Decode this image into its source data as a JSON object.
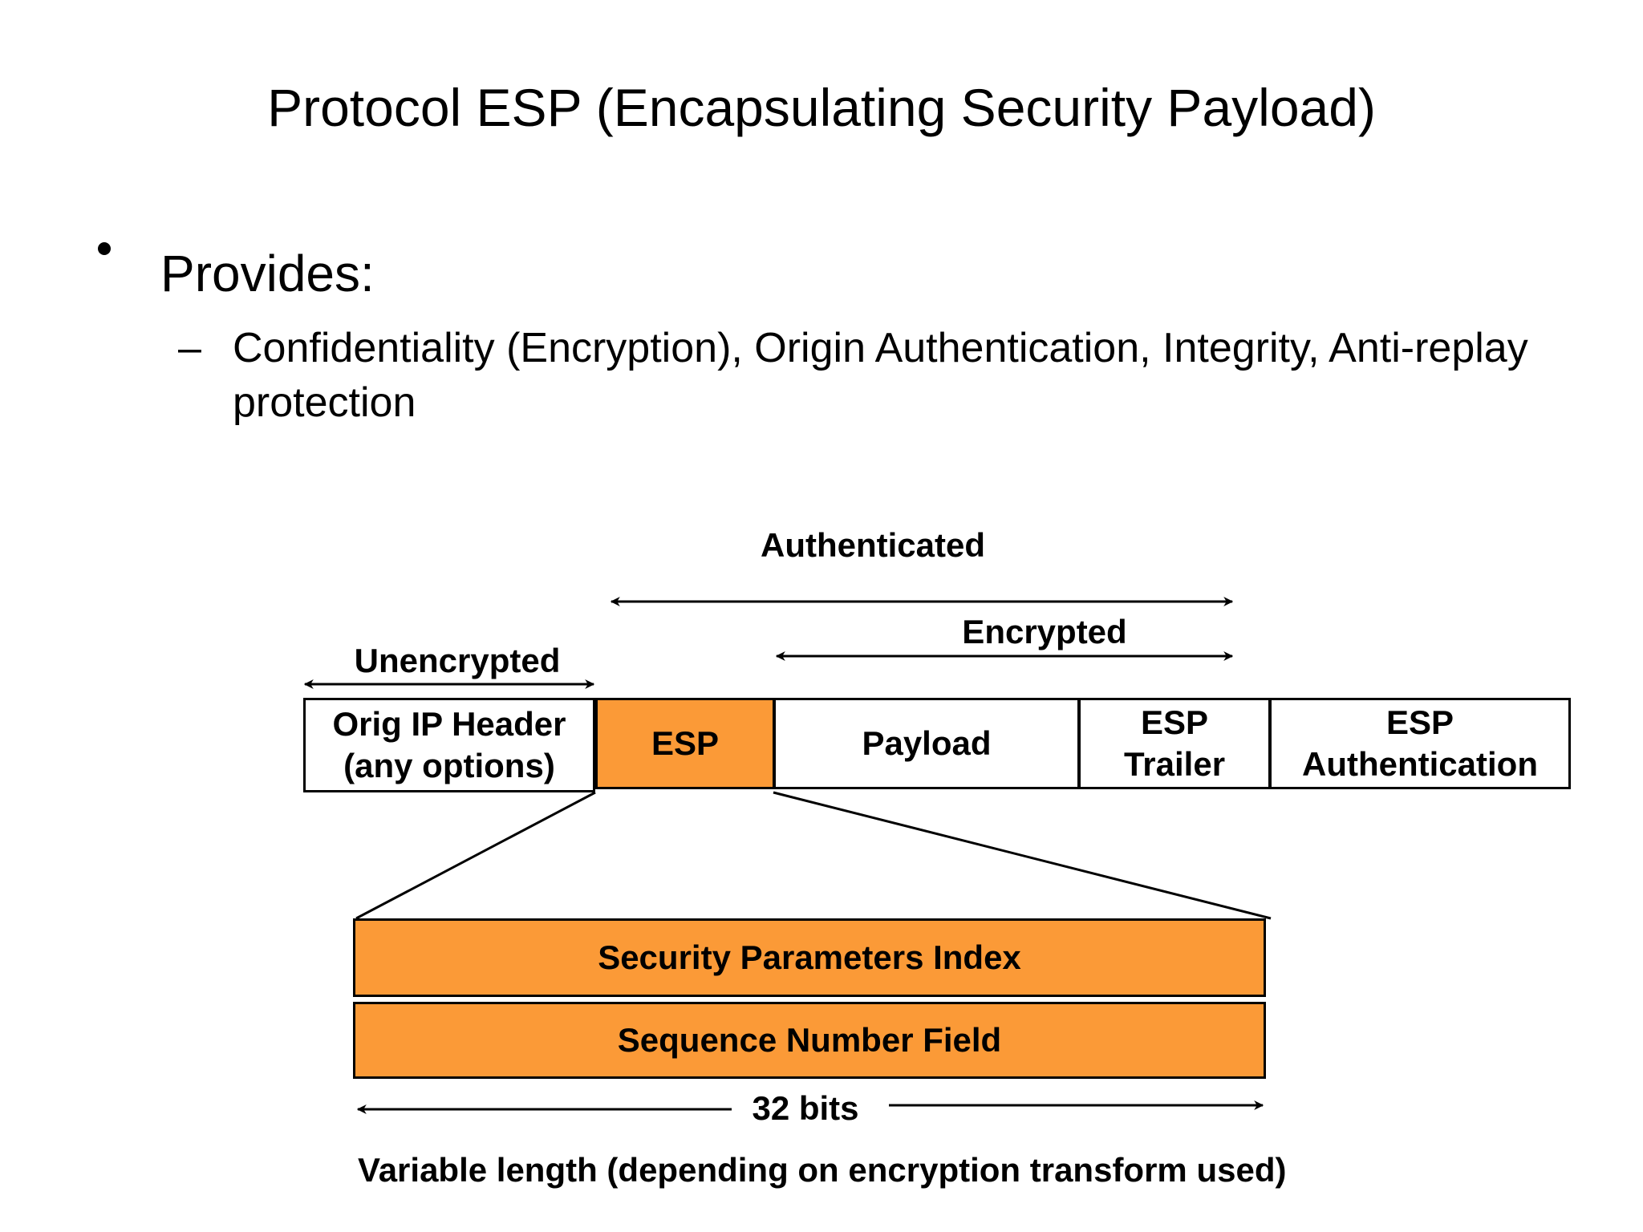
{
  "title": "Protocol ESP (Encapsulating Security Payload)",
  "bullet": {
    "text": "Provides:",
    "sub_dash": "–",
    "sub_text": "Confidentiality (Encryption), Origin Authentication, Integrity, Anti-replay protection"
  },
  "diagram": {
    "labels": {
      "authenticated": "Authenticated",
      "encrypted": "Encrypted",
      "unencrypted": "Unencrypted",
      "bits": "32 bits"
    },
    "packet": {
      "orig_ip_header": "Orig IP Header\n(any options)",
      "esp": "ESP",
      "payload": "Payload",
      "esp_trailer": "ESP\nTrailer",
      "esp_authentication": "ESP\nAuthentication"
    },
    "esp_header": {
      "spi": "Security Parameters Index",
      "sequence": "Sequence Number Field"
    },
    "footnote": "Variable length (depending on encryption transform used)",
    "colors": {
      "esp_fill": "#fb9a37",
      "line": "#000000"
    }
  }
}
